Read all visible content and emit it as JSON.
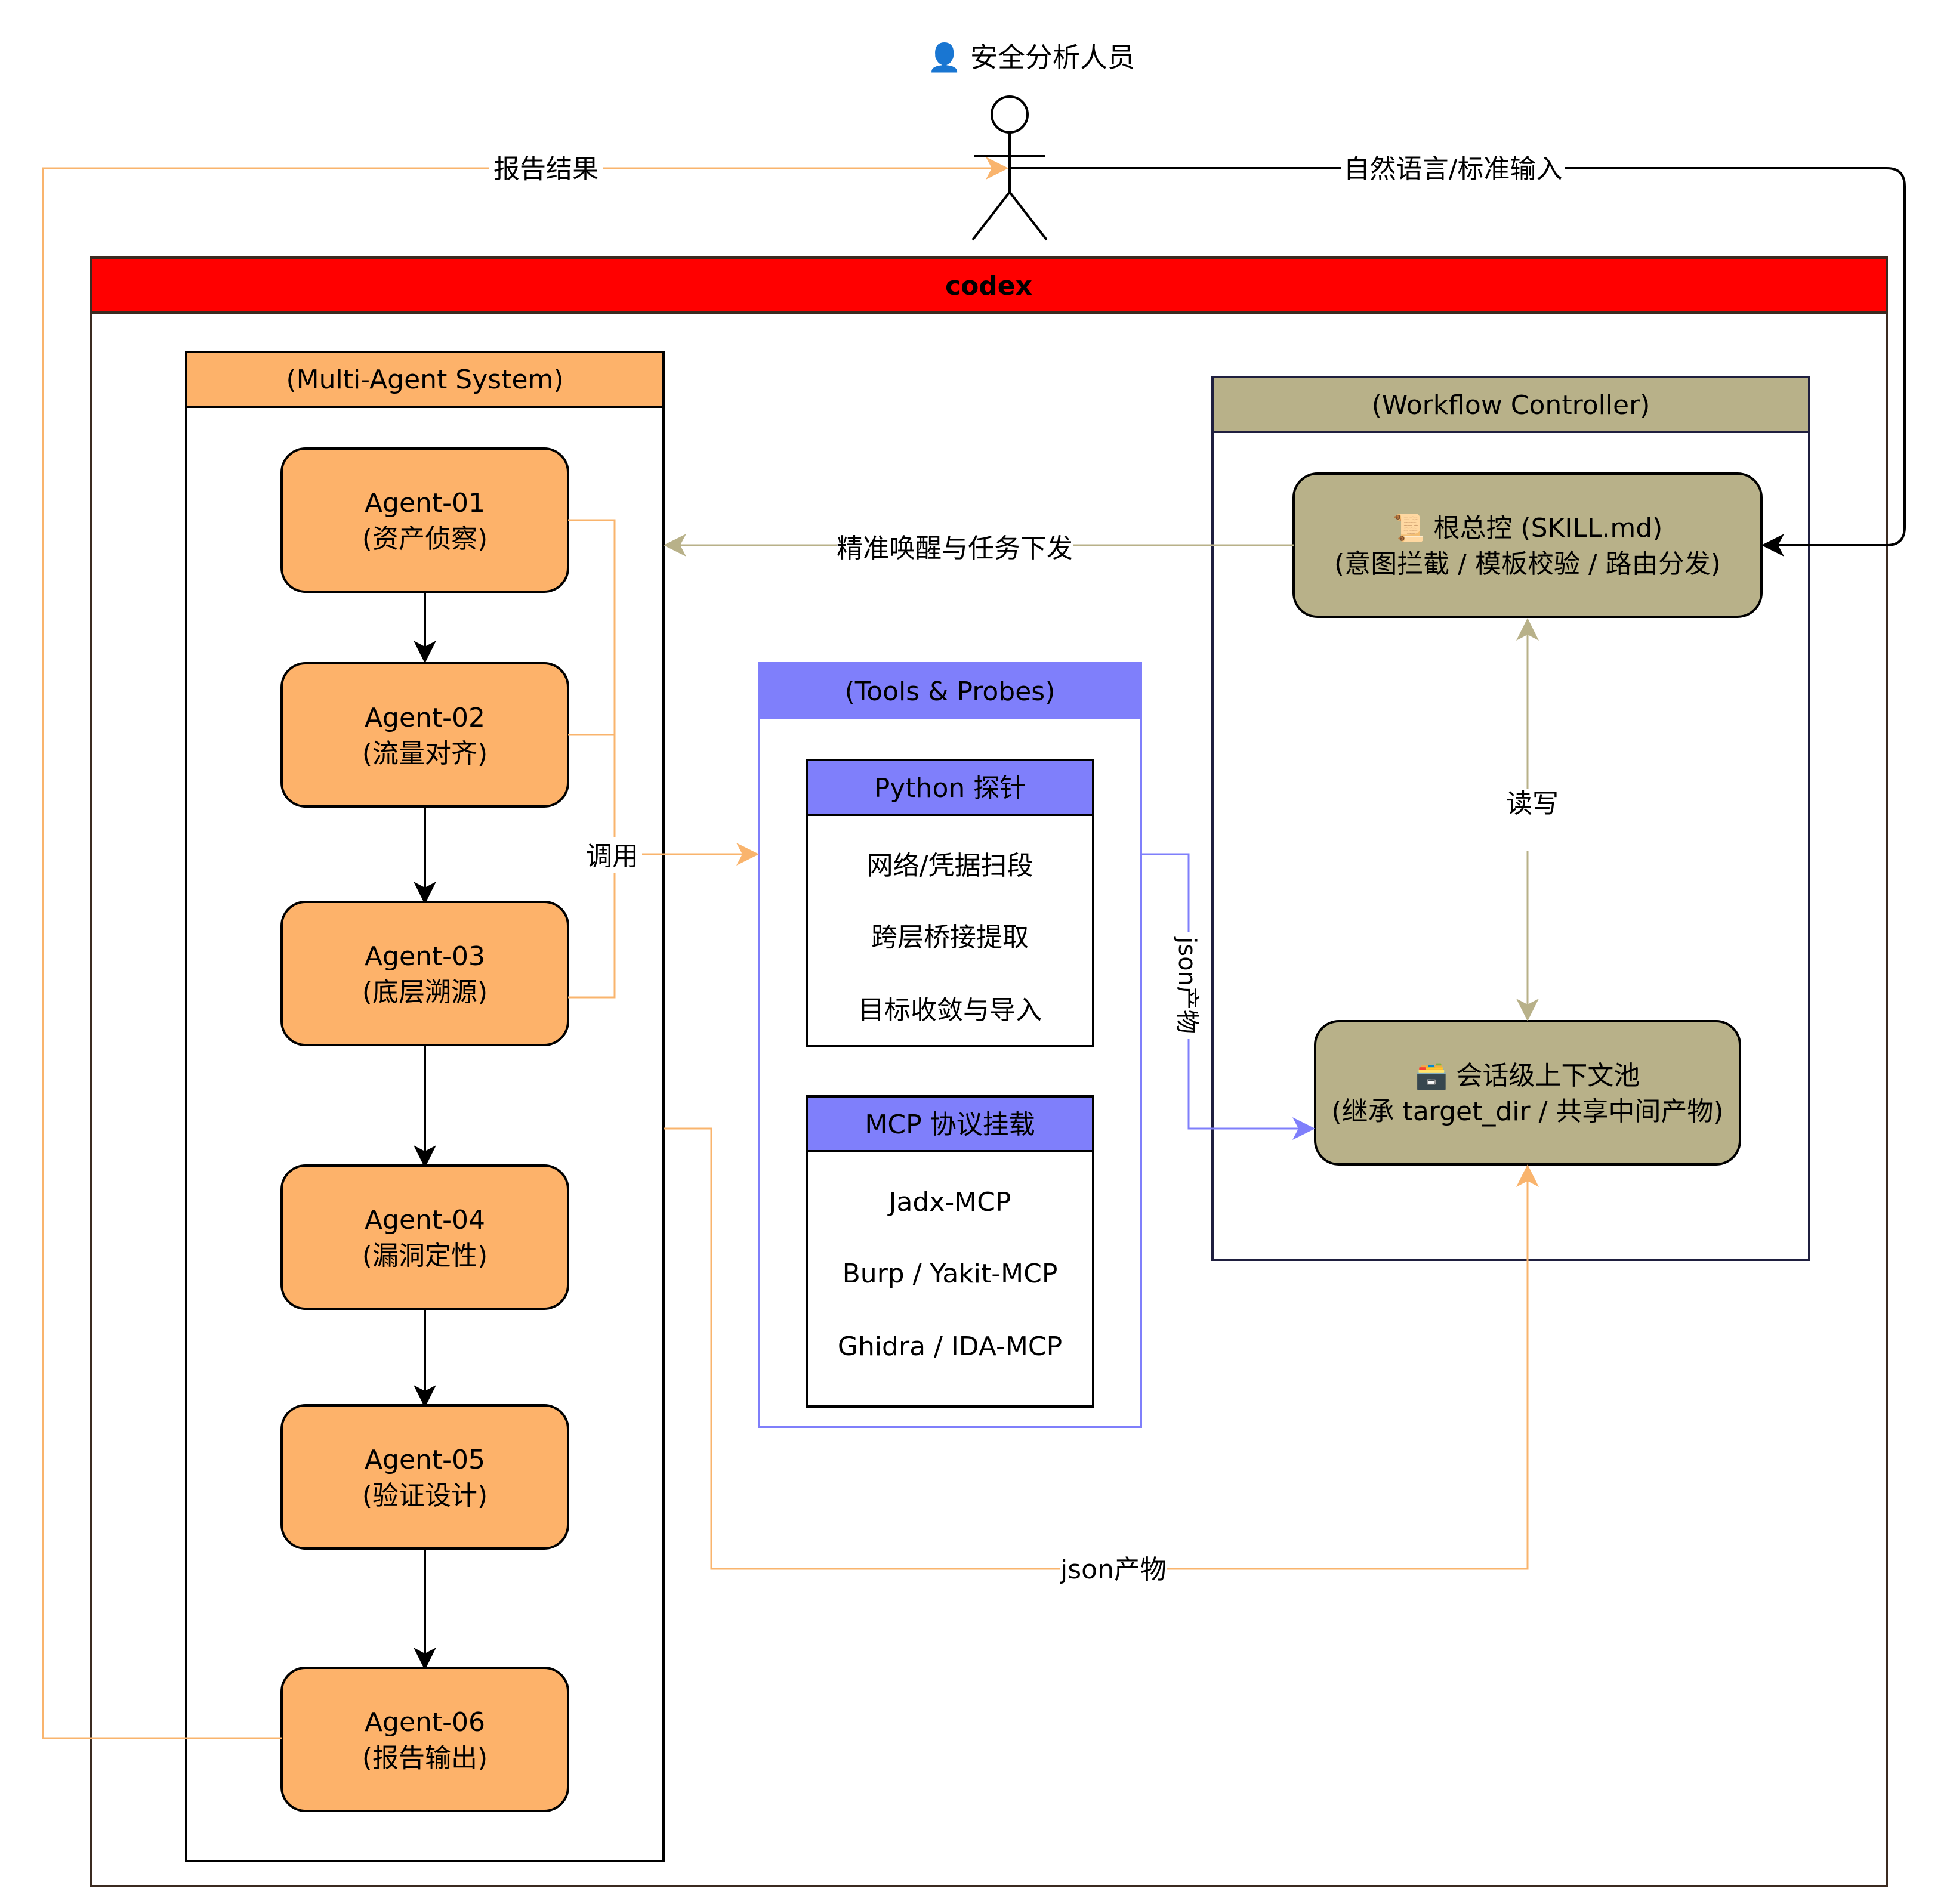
{
  "actor": {
    "label": "👤 安全分析人员"
  },
  "codex": {
    "title": "codex",
    "header_color": "#ff0000"
  },
  "multi_agent": {
    "title": "(Multi-Agent System)",
    "header_color": "#fdb26a",
    "agents": [
      {
        "name": "Agent-01",
        "role": "(资产侦察)"
      },
      {
        "name": "Agent-02",
        "role": "(流量对齐)"
      },
      {
        "name": "Agent-03",
        "role": "(底层溯源)"
      },
      {
        "name": "Agent-04",
        "role": "(漏洞定性)"
      },
      {
        "name": "Agent-05",
        "role": "(验证设计)"
      },
      {
        "name": "Agent-06",
        "role": "(报告输出)"
      }
    ],
    "agent_fill": "#fdb26a"
  },
  "tools": {
    "title": "(Tools & Probes)",
    "header_color": "#7f7ffb",
    "python": {
      "title": "Python 探针",
      "items": [
        "网络/凭据扫段",
        "跨层桥接提取",
        "目标收敛与导入"
      ]
    },
    "mcp": {
      "title": "MCP 协议挂载",
      "items": [
        "Jadx-MCP",
        "Burp / Yakit-MCP",
        "Ghidra / IDA-MCP"
      ]
    }
  },
  "workflow": {
    "title": "(Workflow Controller)",
    "header_color": "#b8b189",
    "root": {
      "line1": "📜 根总控 (SKILL.md)",
      "line2": "(意图拦截 / 模板校验 / 路由分发)"
    },
    "context": {
      "line1": "🗃️ 会话级上下文池",
      "line2": "(继承 target_dir / 共享中间产物)"
    },
    "node_fill": "#b8b189"
  },
  "edges": {
    "report_result": "报告结果",
    "natural_input": "自然语言/标准输入",
    "wake_dispatch": "精准唤醒与任务下发",
    "invoke": "调用",
    "read_write": "读写",
    "json_output_tools": "json产物",
    "json_output_agents": "json产物"
  },
  "colors": {
    "orange_line": "#f9b46d",
    "purple_line": "#7f7ffb",
    "olive_line": "#b8b189"
  }
}
